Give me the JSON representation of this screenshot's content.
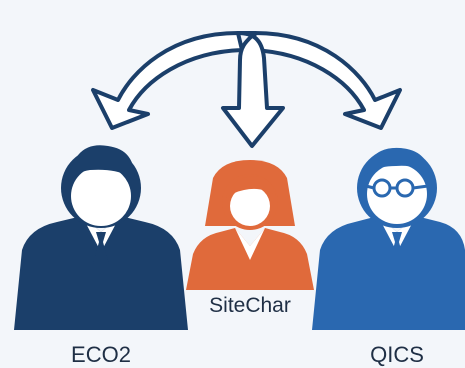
{
  "nodes": {
    "left": {
      "label": "ECO2",
      "color": "#1b3f6a"
    },
    "center": {
      "label": "SiteChar",
      "color": "#e06a3b"
    },
    "right": {
      "label": "QICS",
      "color": "#2a68b0"
    }
  },
  "arrows": {
    "stroke": "#1b3f6a",
    "fill": "#ffffff"
  },
  "background": "#f3f6fa"
}
